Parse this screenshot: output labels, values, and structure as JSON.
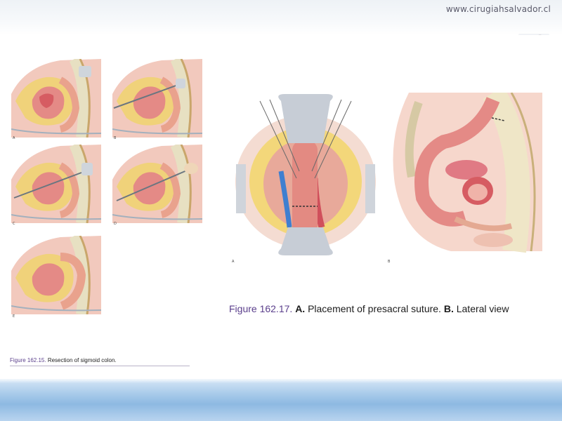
{
  "header": {
    "watermark": "www.cirugiahsalvador.cl"
  },
  "figure_left": {
    "panels": [
      "A",
      "B",
      "C",
      "D",
      "E"
    ],
    "caption_number": "Figure 162.15.",
    "caption_text": " Resection of sigmoid colon."
  },
  "figure_right": {
    "panel_a_letter": "A",
    "panel_b_letter": "B",
    "caption_number": "Figure 162.17.",
    "caption_a_label": "A.",
    "caption_a_text": " Placement of presacral suture. ",
    "caption_b_label": "B.",
    "caption_b_text": " Lateral view"
  },
  "colors": {
    "caption_number": "#5b3f8c",
    "bowel": "#e8968c",
    "fat": "#f3d77a",
    "bottom_band": "#8db9e2"
  }
}
